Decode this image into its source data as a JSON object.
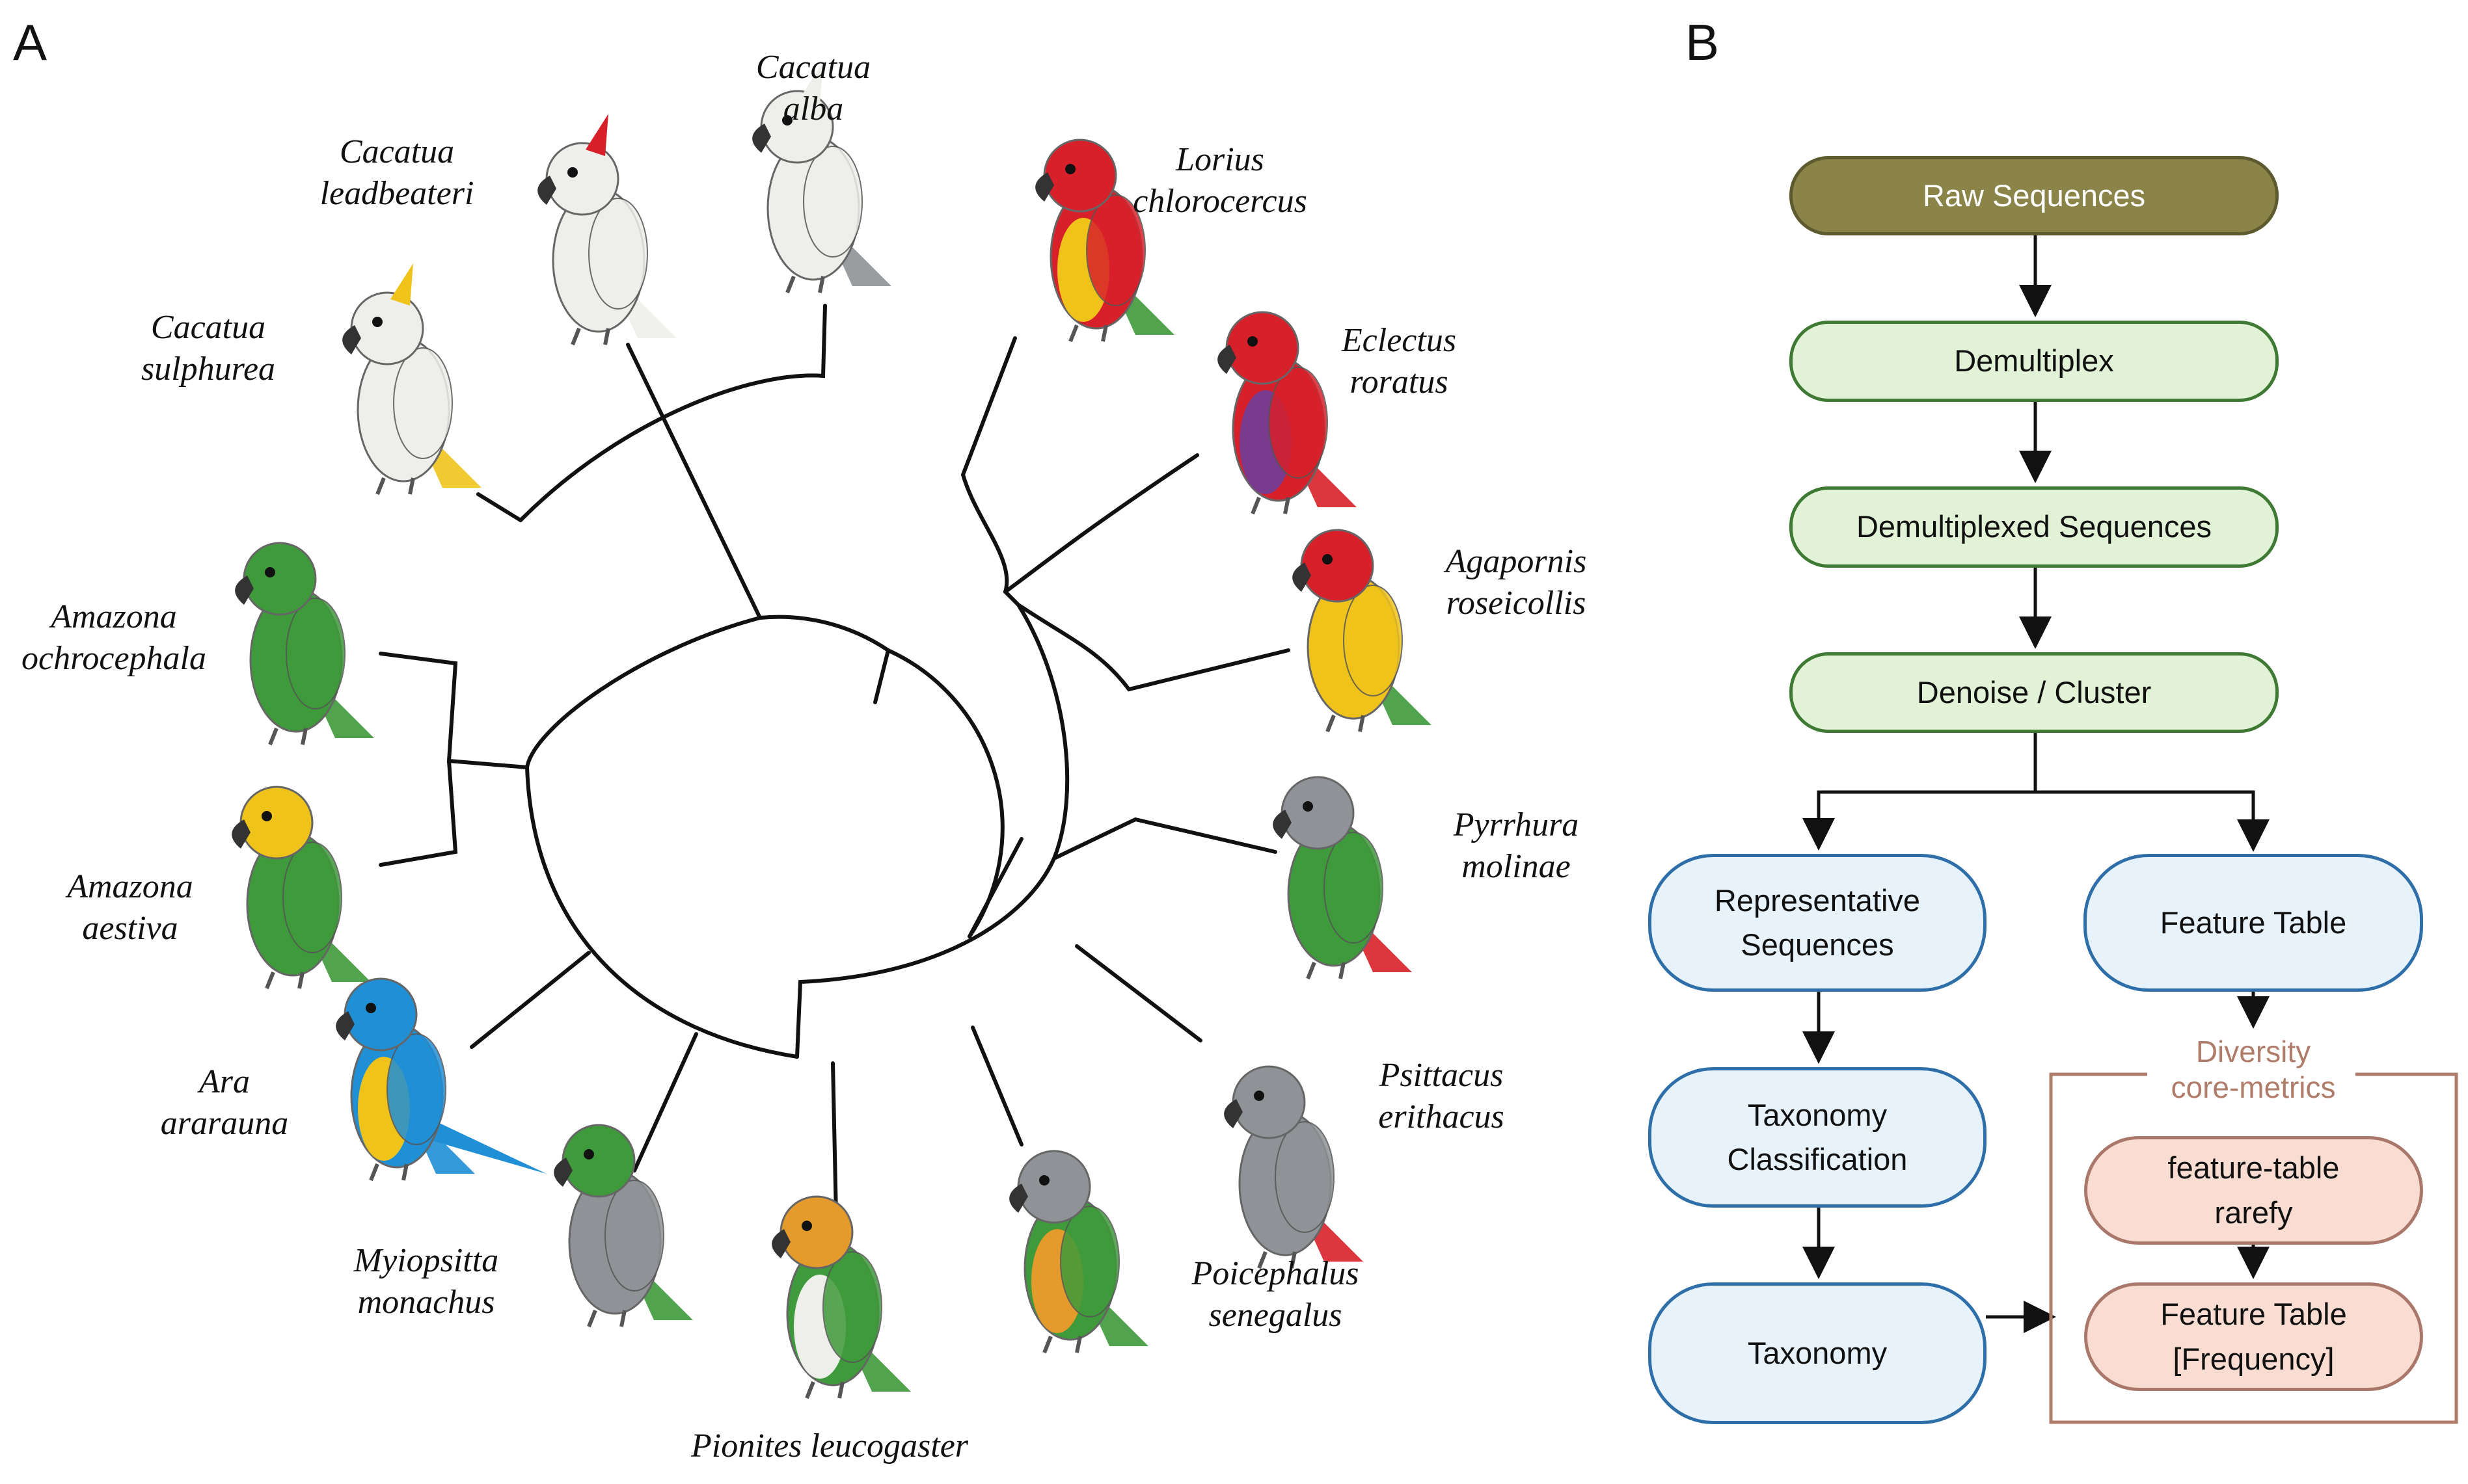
{
  "panels": {
    "a": "A",
    "b": "B"
  },
  "tree": {
    "species": [
      {
        "genus": "Cacatua",
        "epithet": "alba"
      },
      {
        "genus": "Cacatua",
        "epithet": "leadbeateri"
      },
      {
        "genus": "Cacatua",
        "epithet": "sulphurea"
      },
      {
        "genus": "Amazona",
        "epithet": "ochrocephala"
      },
      {
        "genus": "Amazona",
        "epithet": "aestiva"
      },
      {
        "genus": "Ara",
        "epithet": "ararauna"
      },
      {
        "genus": "Myiopsitta",
        "epithet": "monachus"
      },
      {
        "genus": "Pionites leucogaster",
        "epithet": ""
      },
      {
        "genus": "Poicephalus",
        "epithet": "senegalus"
      },
      {
        "genus": "Psittacus",
        "epithet": "erithacus"
      },
      {
        "genus": "Pyrrhura",
        "epithet": "molinae"
      },
      {
        "genus": "Agapornis",
        "epithet": "roseicollis"
      },
      {
        "genus": "Eclectus",
        "epithet": "roratus"
      },
      {
        "genus": "Lorius",
        "epithet": "chlorocercus"
      }
    ],
    "bird_colors": {
      "white": "#eeeeea",
      "grey": "#8f9296",
      "green": "#3e9a3a",
      "red": "#d8202a",
      "blue": "#1f8fd6",
      "yellow": "#f0c31b",
      "orange": "#e59b2b",
      "purple": "#7a3a8e"
    }
  },
  "flow": {
    "raw": "Raw Sequences",
    "demux": "Demultiplex",
    "demuxed": "Demultiplexed Sequences",
    "denoise": "Denoise / Cluster",
    "rep_line1": "Representative",
    "rep_line2": "Sequences",
    "feature_table": "Feature Table",
    "tax_class_line1": "Taxonomy",
    "tax_class_line2": "Classification",
    "taxonomy": "Taxonomy",
    "diversity_line1": "Diversity",
    "diversity_line2": "core-metrics",
    "rarefy_line1": "feature-table",
    "rarefy_line2": "rarefy",
    "freq_line1": "Feature Table",
    "freq_line2": "[Frequency]"
  },
  "colors": {
    "raw_fill": "#8a8448",
    "green_fill": "#e2f2d6",
    "blue_fill": "#e7f2fb",
    "pink_fill": "#f9ddd3",
    "diversity_border": "#b07c6a"
  }
}
